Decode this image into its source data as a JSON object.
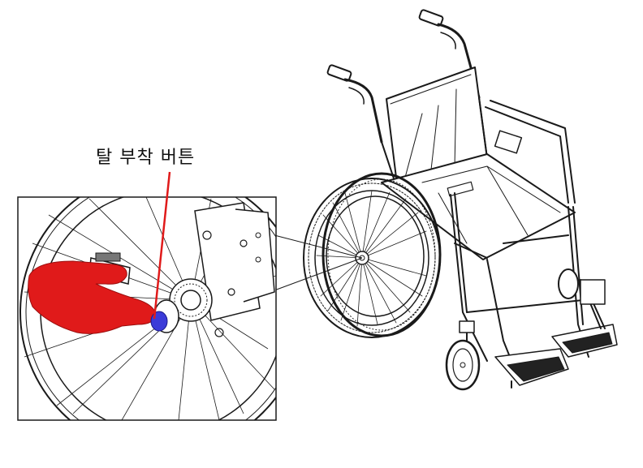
{
  "callout": {
    "label": "탈 부착 버튼",
    "line_color": "#e01a1a",
    "button_color": "#3b3bd8",
    "hand_color": "#e01a1a"
  },
  "figure": {
    "subject": "wheelchair",
    "inset": "rear-wheel-hub-closeup"
  }
}
